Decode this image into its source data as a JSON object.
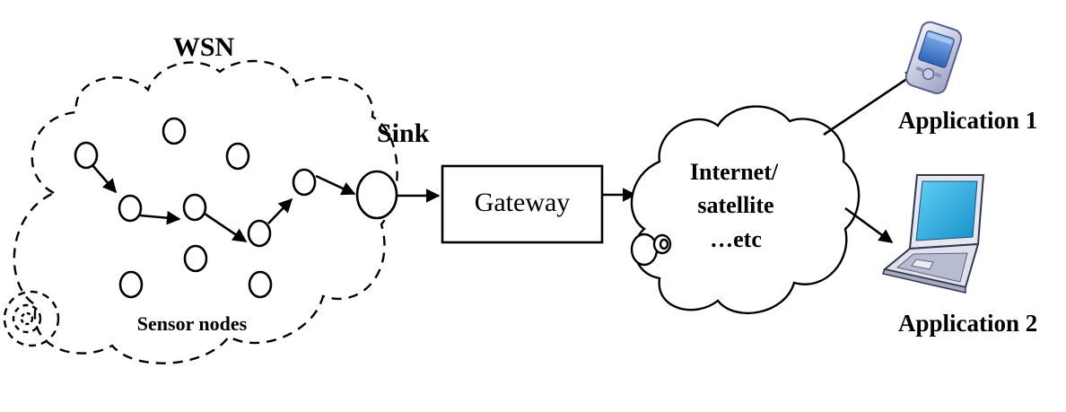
{
  "wsn_title": "WSN",
  "sink_label": "Sink",
  "sensor_nodes_label": "Sensor nodes",
  "gateway_label": "Gateway",
  "network_cloud": {
    "line1": "Internet/",
    "line2": "satellite",
    "line3": "…etc"
  },
  "application_1_label": "Application 1",
  "application_2_label": "Application 2",
  "icons": {
    "application_1": "mobile-phone-icon",
    "application_2": "laptop-icon"
  },
  "colors": {
    "stroke": "#000000",
    "device_body": "#dde0ec",
    "device_screen": "#3a7fd0",
    "laptop_screen": "#24a3d8"
  }
}
